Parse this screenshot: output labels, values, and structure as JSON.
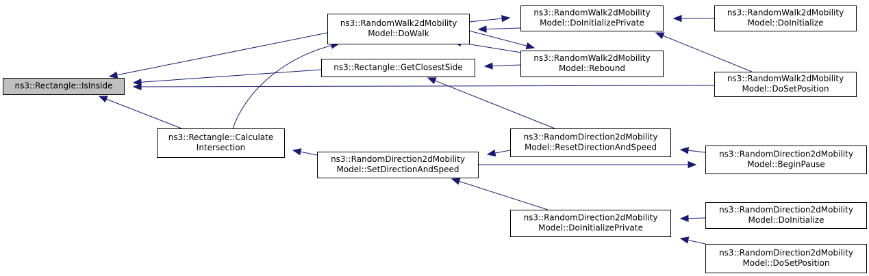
{
  "colors": {
    "edge": "#191970",
    "root_fill": "#bfbfbf",
    "node_fill": "#ffffff",
    "node_border": "#000000"
  },
  "nodes": [
    {
      "id": "isinside",
      "lines": [
        "ns3::Rectangle::IsInside"
      ],
      "root": true
    },
    {
      "id": "dowalk",
      "lines": [
        "ns3::RandomWalk2dMobility",
        "Model::DoWalk"
      ]
    },
    {
      "id": "getclosest",
      "lines": [
        "ns3::Rectangle::GetClosestSide"
      ]
    },
    {
      "id": "calcinter",
      "lines": [
        "ns3::Rectangle::Calculate",
        "Intersection"
      ]
    },
    {
      "id": "rw_doinitpriv",
      "lines": [
        "ns3::RandomWalk2dMobility",
        "Model::DoInitializePrivate"
      ]
    },
    {
      "id": "rw_rebound",
      "lines": [
        "ns3::RandomWalk2dMobility",
        "Model::Rebound"
      ]
    },
    {
      "id": "rw_doinit",
      "lines": [
        "ns3::RandomWalk2dMobility",
        "Model::DoInitialize"
      ]
    },
    {
      "id": "rw_dosetpos",
      "lines": [
        "ns3::RandomWalk2dMobility",
        "Model::DoSetPosition"
      ]
    },
    {
      "id": "rd_setdir",
      "lines": [
        "ns3::RandomDirection2dMobility",
        "Model::SetDirectionAndSpeed"
      ]
    },
    {
      "id": "rd_resetdir",
      "lines": [
        "ns3::RandomDirection2dMobility",
        "Model::ResetDirectionAndSpeed"
      ]
    },
    {
      "id": "rd_doinitpriv",
      "lines": [
        "ns3::RandomDirection2dMobility",
        "Model::DoInitializePrivate"
      ]
    },
    {
      "id": "rd_beginpause",
      "lines": [
        "ns3::RandomDirection2dMobility",
        "Model::BeginPause"
      ]
    },
    {
      "id": "rd_doinit",
      "lines": [
        "ns3::RandomDirection2dMobility",
        "Model::DoInitialize"
      ]
    },
    {
      "id": "rd_dosetpos",
      "lines": [
        "ns3::RandomDirection2dMobility",
        "Model::DoSetPosition"
      ]
    }
  ],
  "edges": [
    {
      "from": "dowalk",
      "to": "isinside"
    },
    {
      "from": "getclosest",
      "to": "isinside"
    },
    {
      "from": "calcinter",
      "to": "isinside"
    },
    {
      "from": "rw_dosetpos",
      "to": "isinside"
    },
    {
      "from": "rw_doinitpriv",
      "to": "dowalk"
    },
    {
      "from": "rw_rebound",
      "to": "dowalk"
    },
    {
      "from": "dowalk",
      "to": "rw_doinitpriv"
    },
    {
      "from": "dowalk",
      "to": "rw_rebound"
    },
    {
      "from": "rw_rebound",
      "to": "getclosest"
    },
    {
      "from": "rd_resetdir",
      "to": "getclosest"
    },
    {
      "from": "calcinter",
      "to": "dowalk"
    },
    {
      "from": "rd_setdir",
      "to": "calcinter"
    },
    {
      "from": "rw_doinit",
      "to": "rw_doinitpriv"
    },
    {
      "from": "rw_dosetpos",
      "to": "rw_doinitpriv"
    },
    {
      "from": "rd_resetdir",
      "to": "rd_setdir"
    },
    {
      "from": "rd_doinitpriv",
      "to": "rd_setdir"
    },
    {
      "from": "rd_beginpause",
      "to": "rd_resetdir"
    },
    {
      "from": "rd_setdir",
      "to": "rd_beginpause"
    },
    {
      "from": "rd_doinit",
      "to": "rd_doinitpriv"
    },
    {
      "from": "rd_dosetpos",
      "to": "rd_doinitpriv"
    }
  ]
}
